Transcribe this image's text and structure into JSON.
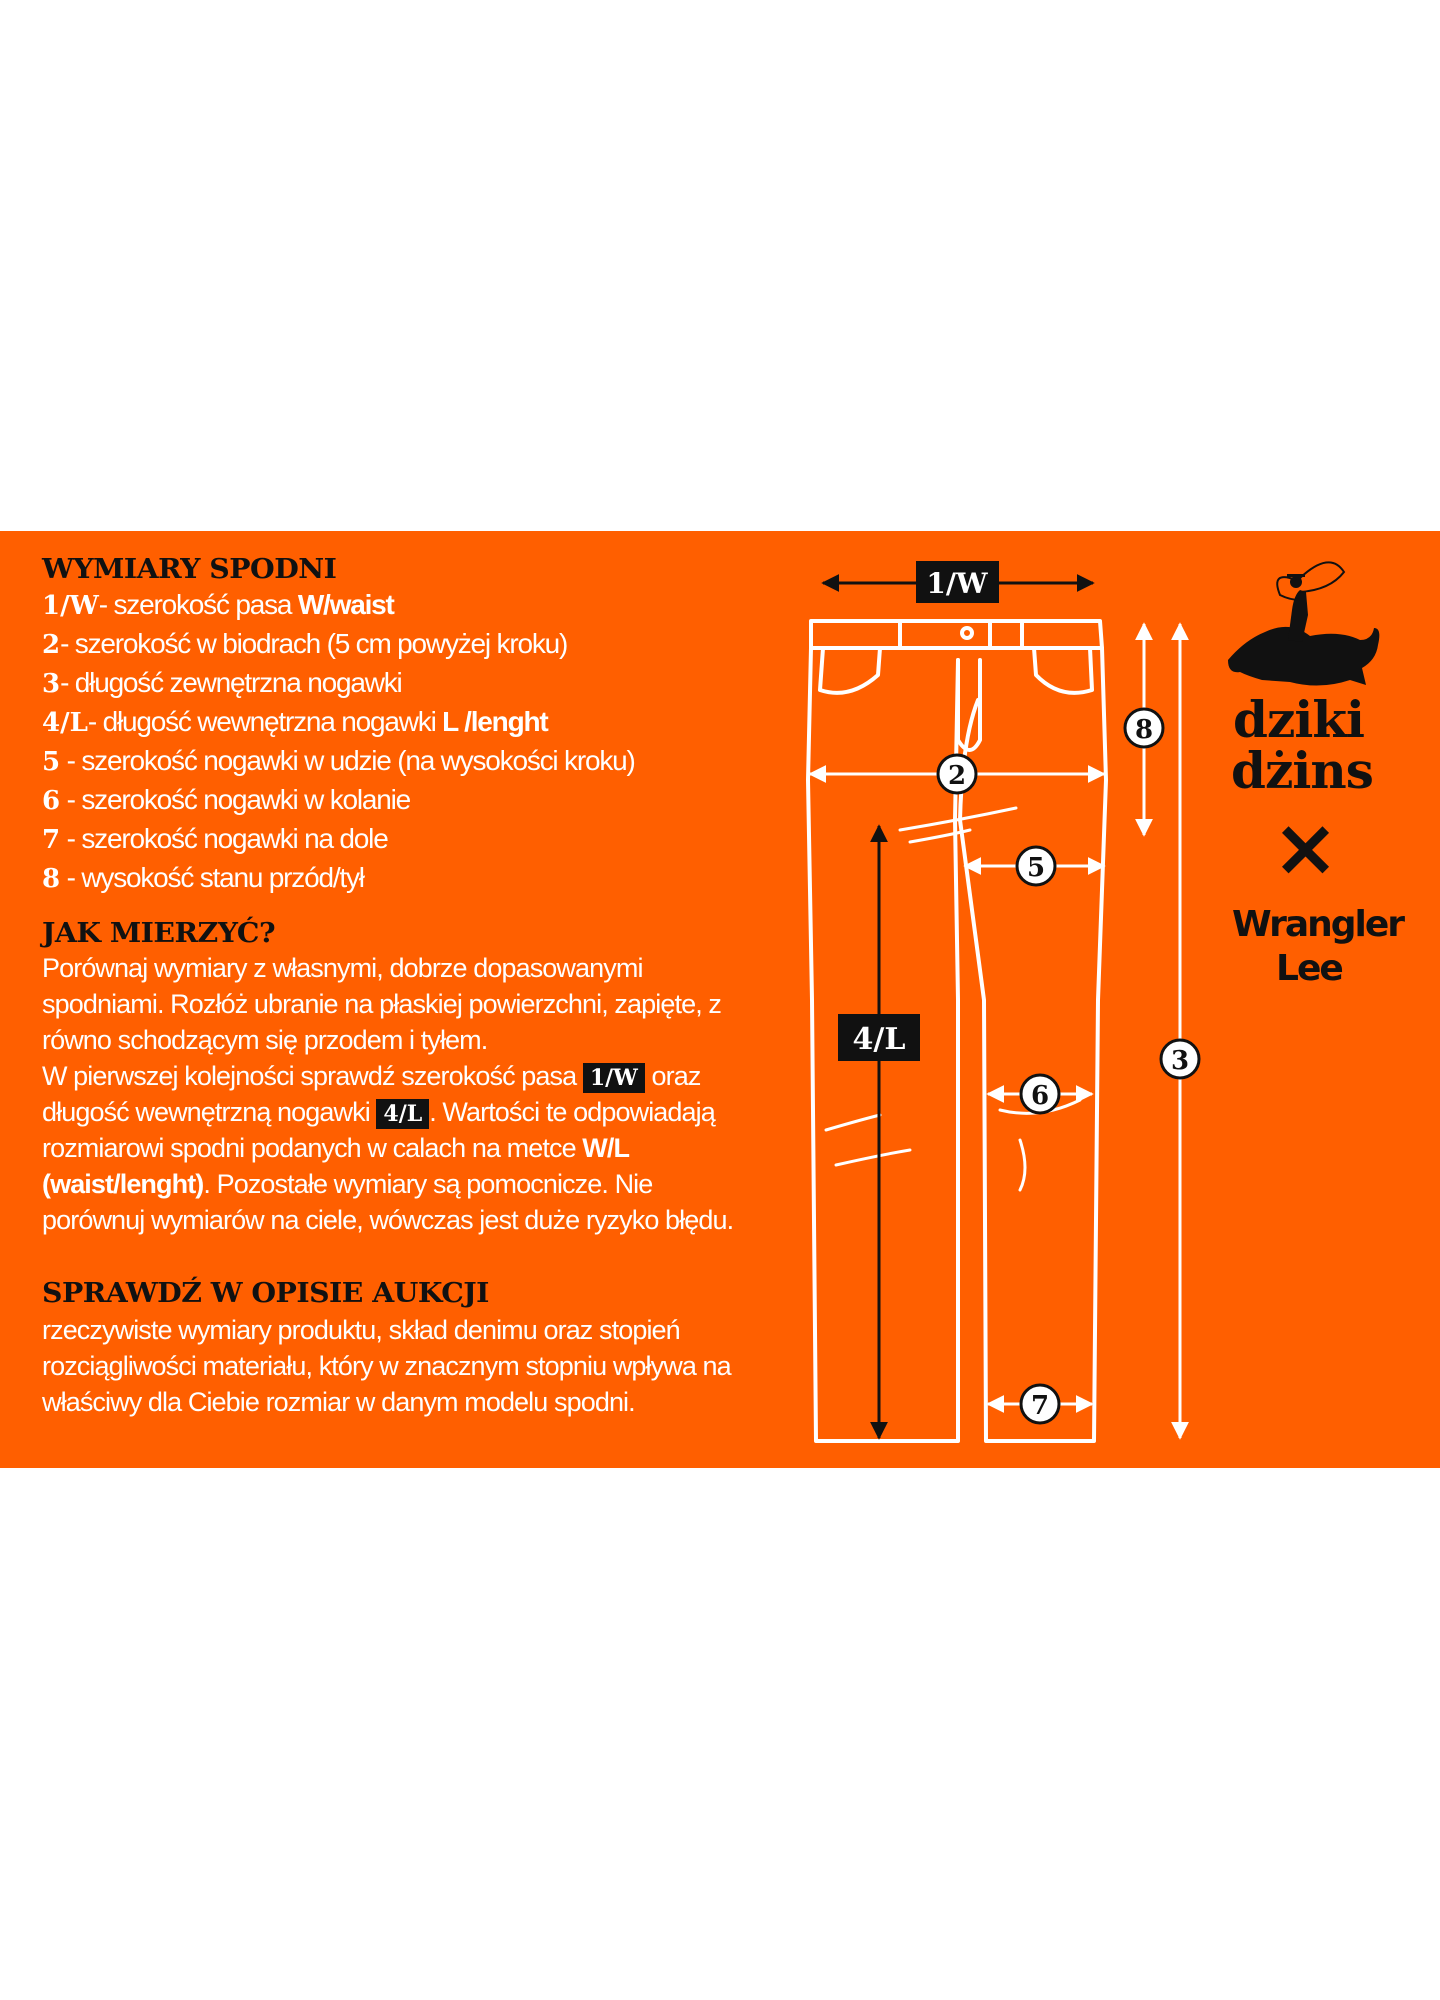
{
  "section_measurements": {
    "title": "WYMIARY SPODNI",
    "items": [
      {
        "num": "1/W",
        "text": "- szerokość pasa ",
        "bold": "W/waist"
      },
      {
        "num": "2",
        "text": "- szerokość w biodrach (5 cm powyżej kroku)",
        "bold": ""
      },
      {
        "num": "3",
        "text": "- długość zewnętrzna nogawki",
        "bold": ""
      },
      {
        "num": "4/L",
        "text": "- długość wewnętrzna nogawki ",
        "bold": "L /lenght"
      },
      {
        "num": "5",
        "text": " - szerokość nogawki w udzie (na wysokości kroku)",
        "bold": ""
      },
      {
        "num": "6",
        "text": " - szerokość nogawki w kolanie",
        "bold": ""
      },
      {
        "num": "7",
        "text": " - szerokość nogawki na dole",
        "bold": ""
      },
      {
        "num": "8",
        "text": " - wysokość stanu przód/tył",
        "bold": ""
      }
    ]
  },
  "section_how": {
    "title": "JAK MIERZYĆ?",
    "line1": "Porównaj wymiary z własnymi, dobrze dopasowanymi",
    "line2": "spodniami. Rozłóż ubranie na płaskiej powierzchni, zapięte, z",
    "line3": "równo schodzącym się przodem i tyłem.",
    "line4a": "W pierwszej kolejności sprawdź szerokość pasa ",
    "tag_w": "1/W",
    "line4b": " oraz",
    "line5a": "długość wewnętrzną  nogawki ",
    "tag_l": "4/L",
    "line5b": ". Wartości te odpowiadają",
    "line6a": "rozmiarowi spodni podanych w calach na metce ",
    "line6b": "W/L",
    "line7a": "(waist/lenght)",
    "line7b": ". Pozostałe wymiary są pomocnicze. Nie",
    "line8": "porównuj wymiarów na ciele, wówczas jest duże ryzyko błędu."
  },
  "section_check": {
    "title": "SPRAWDŹ W OPISIE AUKCJI",
    "line1": "rzeczywiste wymiary produktu, skład denimu oraz  stopień",
    "line2": "rozciągliwości materiału, który w znacznym stopniu wpływa na",
    "line3": "właściwy dla Ciebie rozmiar w danym modelu spodni."
  },
  "diagram": {
    "label_w": "1/W",
    "label_l": "4/L",
    "markers": [
      "2",
      "3",
      "5",
      "6",
      "7",
      "8"
    ]
  },
  "logo": {
    "brand_line1": "dziki",
    "brand_line2": "dżins",
    "cross": "×",
    "partner1": "Wrangler",
    "partner2": "Lee"
  },
  "colors": {
    "background": "#ff5f00",
    "text": "#ffffff",
    "heading": "#111111"
  }
}
